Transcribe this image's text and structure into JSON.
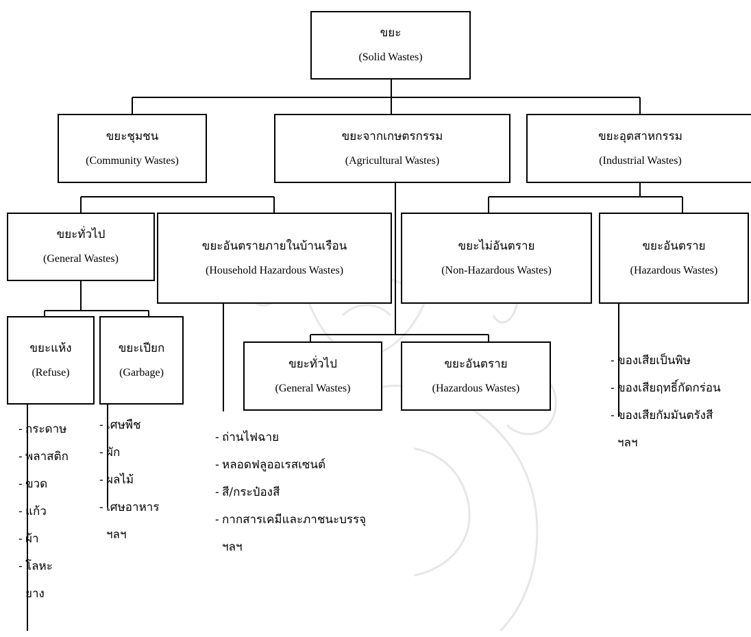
{
  "root": {
    "th": "ขยะ",
    "en": "(Solid Wastes)"
  },
  "community": {
    "th": "ขยะชุมชน",
    "en": "(Community Wastes)"
  },
  "agricultural": {
    "th": "ขยะจากเกษตรกรรม",
    "en": "(Agricultural Wastes)"
  },
  "industrial": {
    "th": "ขยะอุตสาหกรรม",
    "en": "(Industrial Wastes)"
  },
  "general": {
    "th": "ขยะทั่วไป",
    "en": "(General Wastes)"
  },
  "household_hazardous": {
    "th": "ขยะอันตรายภายในบ้านเรือน",
    "en": "(Household Hazardous Wastes)"
  },
  "non_hazardous": {
    "th": "ขยะไม่อันตราย",
    "en": "(Non-Hazardous Wastes)"
  },
  "hazardous": {
    "th": "ขยะอันตราย",
    "en": "(Hazardous Wastes)"
  },
  "refuse": {
    "th": "ขยะแห้ง",
    "en": "(Refuse)"
  },
  "garbage": {
    "th": "ขยะเปียก",
    "en": "(Garbage)"
  },
  "agri_general": {
    "th": "ขยะทั่วไป",
    "en": "(General Wastes)"
  },
  "agri_hazardous": {
    "th": "ขยะอันตราย",
    "en": "(Hazardous Wastes)"
  },
  "refuse_items": [
    "กระดาษ",
    "พลาสติก",
    "ขวด",
    "แก้ว",
    "ผ้า",
    "โลหะ",
    "ยาง"
  ],
  "garbage_items": [
    "เศษพืช",
    "ผัก",
    "ผลไม้",
    "เศษอาหาร",
    "ฯลฯ"
  ],
  "household_items": [
    "ถ่านไฟฉาย",
    "หลอดฟลูออเรสเซนต์",
    "สี/กระป๋องสี",
    "กากสารเคมีและภาชนะบรรจุ",
    "ฯลฯ"
  ],
  "hazardous_items": [
    "ของเสียเป็นพิษ",
    "ของเสียฤทธิ์กัดกร่อน",
    "ของเสียกัมมันตรังสี",
    "ฯลฯ"
  ]
}
